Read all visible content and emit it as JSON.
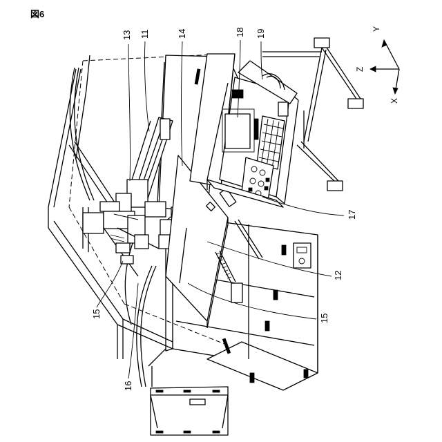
{
  "figure": {
    "title": "図6"
  },
  "axes": {
    "y": "Y",
    "z": "Z",
    "x": "X"
  },
  "callouts": [
    {
      "id": "c13",
      "label": "13"
    },
    {
      "id": "c11",
      "label": "11"
    },
    {
      "id": "c14",
      "label": "14"
    },
    {
      "id": "c18",
      "label": "18"
    },
    {
      "id": "c19",
      "label": "19"
    },
    {
      "id": "c17",
      "label": "17"
    },
    {
      "id": "c12",
      "label": "12"
    },
    {
      "id": "c15a",
      "label": "15"
    },
    {
      "id": "c15b",
      "label": "15"
    },
    {
      "id": "c16",
      "label": "16"
    }
  ]
}
